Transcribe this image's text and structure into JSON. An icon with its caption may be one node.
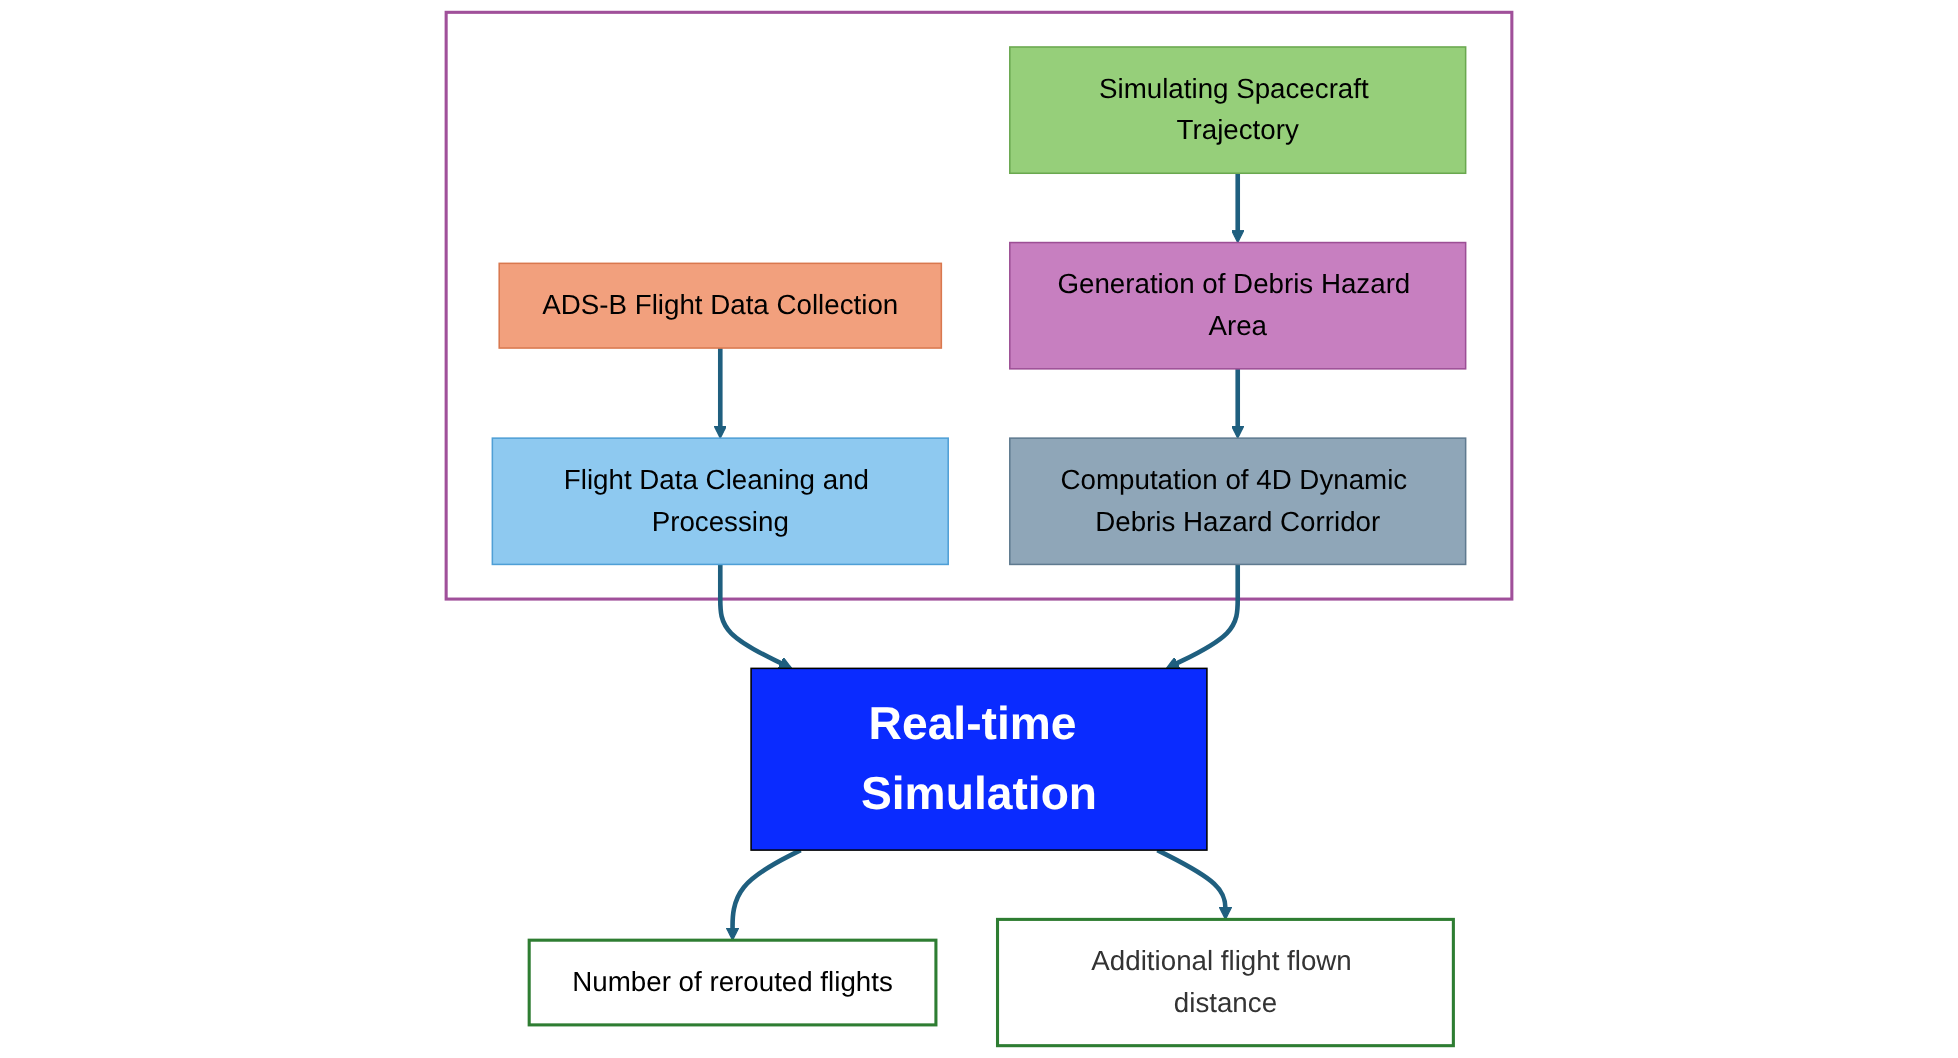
{
  "diagram": {
    "nodes": [
      {
        "text": [],
        "shape": "box"
      },
      {
        "text": [
          "Simulating Spacecraft Trajectory"
        ],
        "in": 0
      },
      {
        "text": [
          "Generation of Debris Hazard Area"
        ],
        "in": 0
      },
      {
        "text": [
          "Computation of 4D Dynamic Debris Hazard Corridor"
        ],
        "in": 0
      },
      {
        "text": [
          "ADS-B Flight Data Collection"
        ],
        "in": 0
      },
      {
        "text": [
          "Flight Data Cleaning and Processing"
        ],
        "in": 0
      },
      {
        "text": [
          "Real-time Simulation"
        ]
      },
      {
        "text": [
          "Number of rerouted flights"
        ]
      },
      {
        "text": [
          "Additional flight flown distance"
        ]
      }
    ],
    "edges": [
      {
        "from": 1,
        "to": 2,
        "arrow": "to"
      },
      {
        "from": 2,
        "to": 3,
        "arrow": "to"
      },
      {
        "from": 4,
        "to": 5,
        "arrow": "to"
      },
      {
        "from": 5,
        "to": 6,
        "arrow": "to"
      },
      {
        "from": 3,
        "to": 6,
        "arrow": "to"
      },
      {
        "from": 6,
        "to": 7,
        "arrow": "to"
      },
      {
        "from": 6,
        "to": 8,
        "arrow": "to"
      }
    ]
  }
}
